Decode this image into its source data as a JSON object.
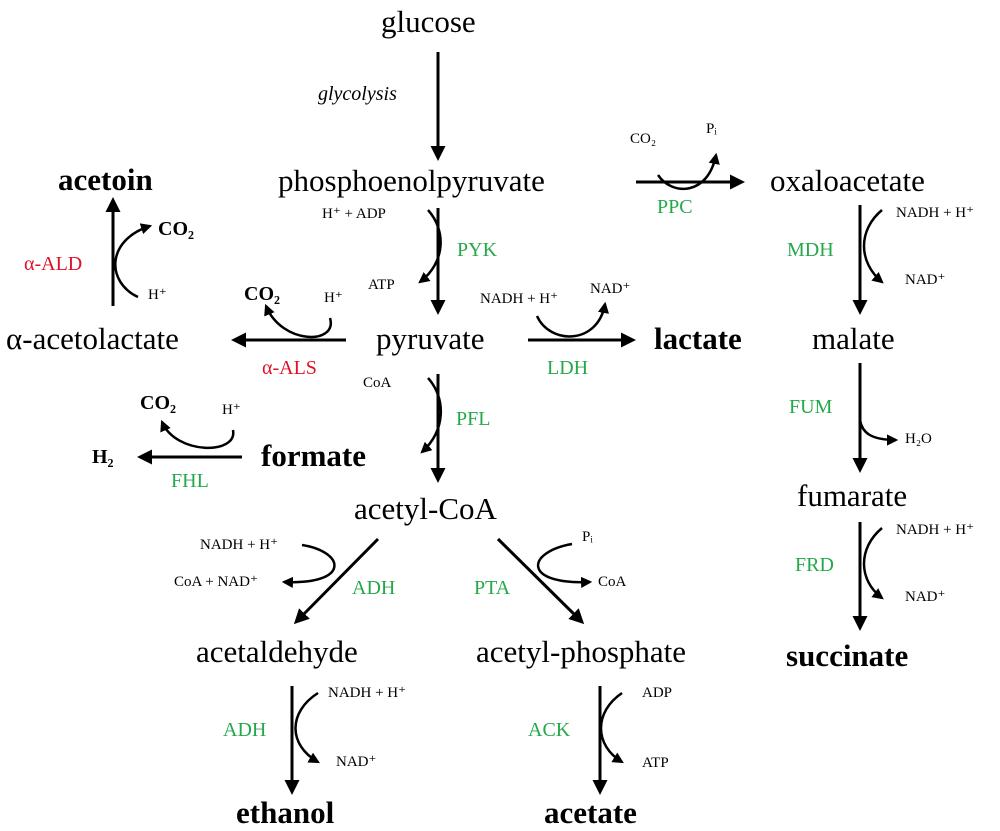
{
  "metabolites": {
    "glucose": "glucose",
    "pep": "phosphoenolpyruvate",
    "oxaloacetate": "oxaloacetate",
    "acetoin": "acetoin",
    "pyruvate": "pyruvate",
    "lactate": "lactate",
    "acetolactate": "α-acetolactate",
    "malate": "malate",
    "formate": "formate",
    "h2": "H₂",
    "acetyl_coa": "acetyl-CoA",
    "fumarate": "fumarate",
    "acetaldehyde": "acetaldehyde",
    "acetyl_phosphate": "acetyl-phosphate",
    "succinate": "succinate",
    "ethanol": "ethanol",
    "acetate": "acetate"
  },
  "enzymes": {
    "ppc": "PPC",
    "pyk": "PYK",
    "mdh": "MDH",
    "ald": "α-ALD",
    "als": "α-ALS",
    "ldh": "LDH",
    "pfl": "PFL",
    "fum": "FUM",
    "fhl": "FHL",
    "adh1": "ADH",
    "pta": "PTA",
    "frd": "FRD",
    "adh2": "ADH",
    "ack": "ACK"
  },
  "labels": {
    "glycolysis": "glycolysis"
  },
  "cofactors": {
    "ppc_in": "CO₂",
    "ppc_out": "Pᵢ",
    "pyk_in": "H⁺ + ADP",
    "pyk_out": "ATP",
    "mdh_in": "NADH + H⁺",
    "mdh_out": "NAD⁺",
    "ald_out": "CO₂",
    "ald_in": "H⁺",
    "als_out": "CO₂",
    "als_in": "H⁺",
    "ldh_in": "NADH + H⁺",
    "ldh_out": "NAD⁺",
    "pfl_in": "CoA",
    "fhl_out": "CO₂",
    "fhl_in": "H⁺",
    "fum_out": "H₂O",
    "fumrd_in": "NADH + H⁺",
    "frd_out": "NAD⁺",
    "adh1_in": "NADH + H⁺",
    "adh1_out": "CoA + NAD⁺",
    "pta_in": "Pᵢ",
    "pta_out": "CoA",
    "adh2_in": "NADH + H⁺",
    "adh2_out": "NAD⁺",
    "ack_in": "ADP",
    "ack_out": "ATP"
  }
}
